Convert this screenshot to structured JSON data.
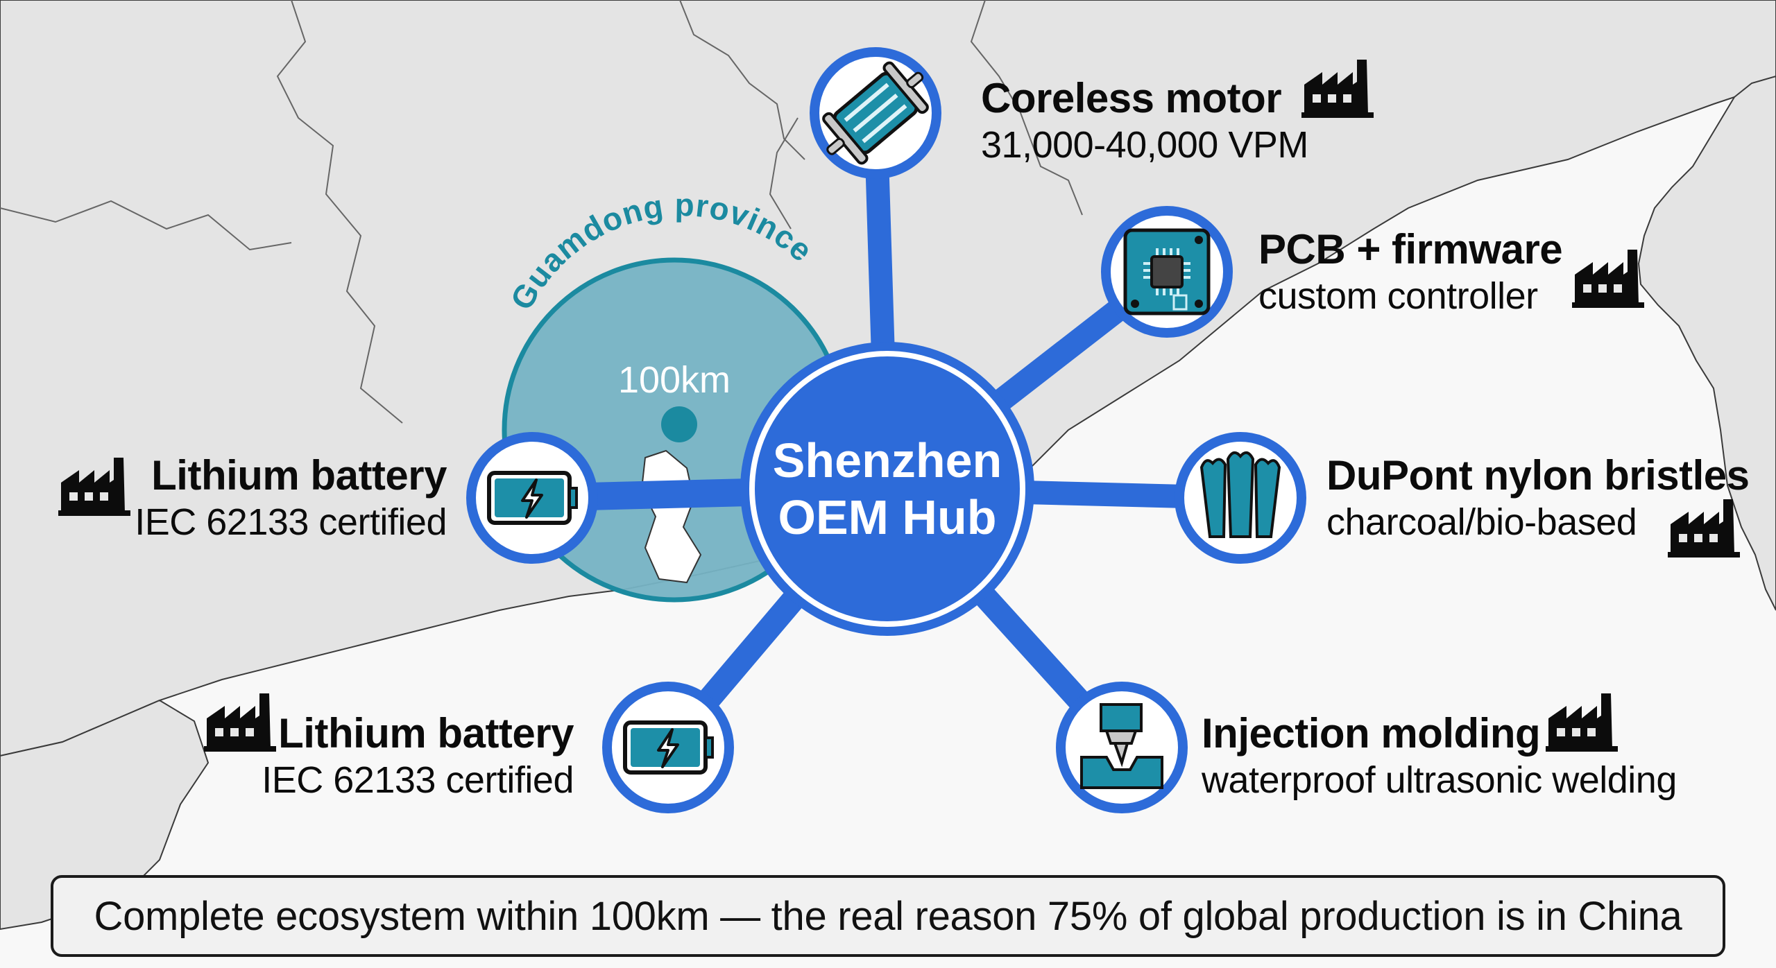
{
  "hub": {
    "line1": "Shenzhen",
    "line2": "OEM Hub"
  },
  "region": {
    "name": "Guamdong province",
    "radius_label": "100km"
  },
  "nodes": [
    {
      "id": "motor",
      "title": "Coreless motor",
      "subtitle": "31,000-40,000 VPM",
      "icon": "motor-icon"
    },
    {
      "id": "pcb",
      "title": "PCB + firmware",
      "subtitle": "custom controller",
      "icon": "circuit-board-icon"
    },
    {
      "id": "bristles",
      "title": "DuPont nylon bristles",
      "subtitle": "charcoal/bio-based",
      "icon": "bristles-icon"
    },
    {
      "id": "injection",
      "title": "Injection molding",
      "subtitle": "waterproof ultrasonic welding",
      "icon": "injection-mold-icon"
    },
    {
      "id": "battery-bottom",
      "title": "Lithium battery",
      "subtitle": "IEC 62133 certified",
      "icon": "battery-icon"
    },
    {
      "id": "battery-left",
      "title": "Lithium battery",
      "subtitle": "IEC 62133 certified",
      "icon": "battery-icon"
    }
  ],
  "footer": {
    "text": "Complete ecosystem within 100km — the real reason 75% of global production is in China"
  },
  "colors": {
    "hub_blue": "#2d6bd9",
    "region_fill": "#76b3c4",
    "region_stroke": "#1b8aa0",
    "icon_teal": "#1d8fa8",
    "land": "#e4e4e4",
    "sea": "#f8f8f8"
  }
}
